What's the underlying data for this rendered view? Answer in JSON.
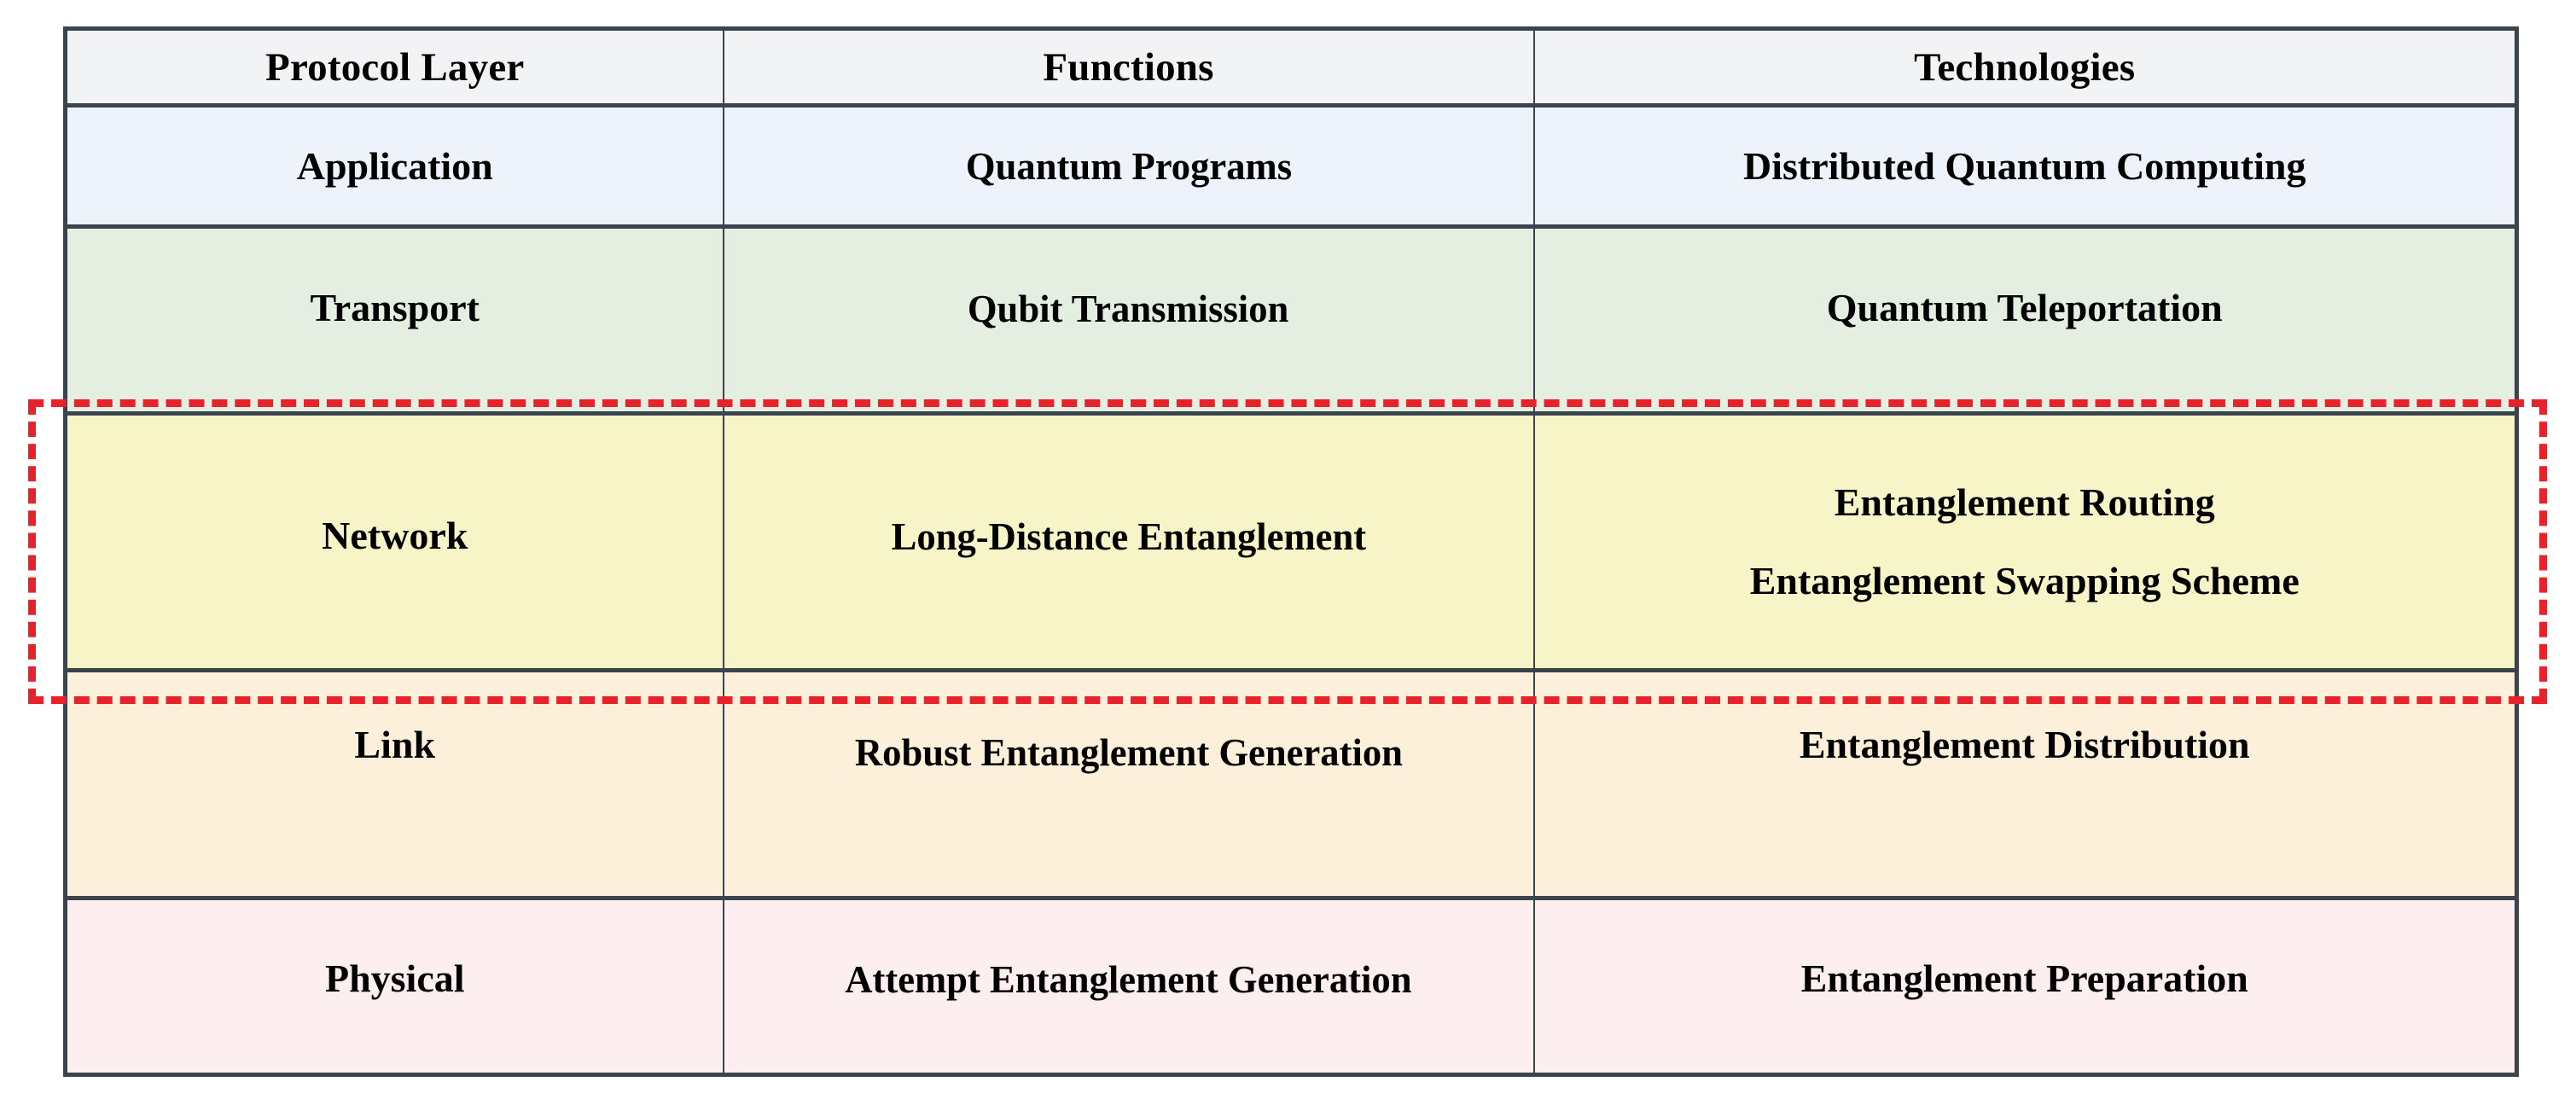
{
  "table": {
    "columns": [
      {
        "key": "layer",
        "label": "Protocol Layer"
      },
      {
        "key": "functions",
        "label": "Functions"
      },
      {
        "key": "technologies",
        "label": "Technologies"
      }
    ],
    "rows": [
      {
        "layer": "Application",
        "functions": "Quantum Programs",
        "technologies": "Distributed Quantum Computing",
        "row_color": "#edf2fb"
      },
      {
        "layer": "Transport",
        "functions": "Qubit Transmission",
        "technologies": "Quantum Teleportation",
        "row_color": "#e5efe1"
      },
      {
        "layer": "Network",
        "functions": "Long-Distance Entanglement",
        "technologies_line_1": "Entanglement Routing",
        "technologies_line_2": "Entanglement Swapping Scheme",
        "row_color": "#f7f4c8"
      },
      {
        "layer": "Link",
        "functions": "Robust Entanglement Generation",
        "technologies": "Entanglement Distribution",
        "row_color": "#fdf0da"
      },
      {
        "layer": "Physical",
        "functions": "Attempt Entanglement Generation",
        "technologies": "Entanglement Preparation",
        "row_color": "#fdeef0"
      }
    ],
    "header_color": "#f2f3f5",
    "border_color": "#3a444e"
  },
  "highlight": {
    "name": "network-layer-highlight",
    "color": "#e8222a",
    "style": "dashed"
  }
}
